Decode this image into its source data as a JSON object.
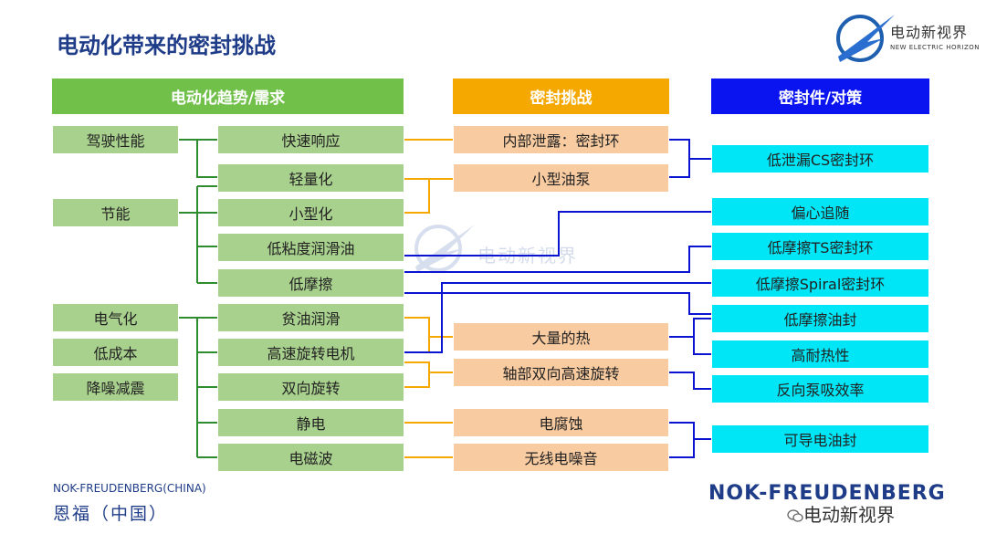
{
  "title": "电动化带来的密封挑战",
  "logo": {
    "cn": "电动新视界",
    "en": "NEW ELECTRIC HORIZON"
  },
  "headers": {
    "trend": "电动化趋势/需求",
    "challenge": "密封挑战",
    "solution": "密封件/对策"
  },
  "categories": [
    "驾驶性能",
    "节能",
    "电气化",
    "低成本",
    "降噪减震"
  ],
  "requirements": [
    "快速响应",
    "轻量化",
    "小型化",
    "低粘度润滑油",
    "低摩擦",
    "贫油润滑",
    "高速旋转电机",
    "双向旋转",
    "静电",
    "电磁波"
  ],
  "challenges": [
    "内部泄露：密封环",
    "小型油泵",
    "大量的热",
    "轴部双向高速旋转",
    "电腐蚀",
    "无线电噪音"
  ],
  "solutions": [
    "低泄漏CS密封环",
    "偏心追随",
    "低摩擦TS密封环",
    "低摩擦Spiral密封环",
    "低摩擦油封",
    "高耐热性",
    "反向泵吸效率",
    "可导电油封"
  ],
  "colors": {
    "green": "#a9d18e",
    "orange": "#f8cba0",
    "cyan": "#00e6f7",
    "header_green": "#70c04a",
    "header_orange": "#f5a800",
    "header_blue": "#0a14f0",
    "title": "#1f3c88"
  },
  "footer": {
    "company_en": "NOK-FREUDENBERG(CHINA)",
    "company_cn": "恩福（中国）",
    "brand": "NOK-FREUDENBERG",
    "wechat": "电动新视界"
  },
  "watermark": "电动新视界"
}
